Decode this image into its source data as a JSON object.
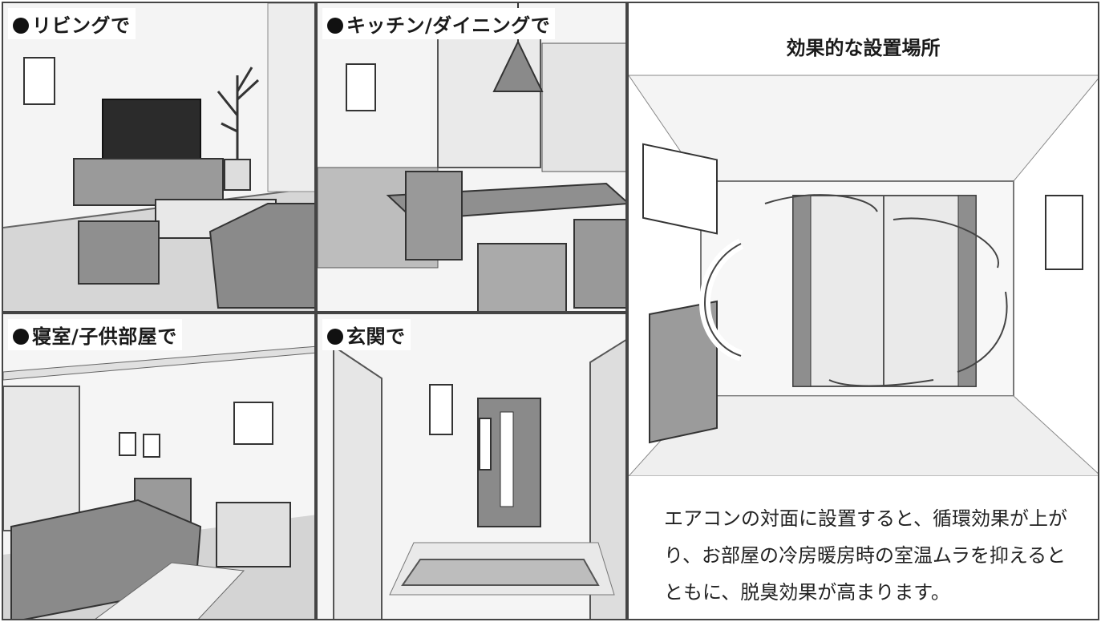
{
  "panels": {
    "living": {
      "label": "リビングで"
    },
    "kitchen": {
      "label": "キッチン/ダイニングで"
    },
    "bedroom": {
      "label": "寝室/子供部屋で"
    },
    "entrance": {
      "label": "玄関で"
    }
  },
  "diagram": {
    "heading": "効果的な設置場所",
    "description": "エアコンの対面に設置すると、循環効果が上がり、お部屋の冷房暖房時の室温ムラを抑えるとともに、脱臭効果が高まります。"
  },
  "colors": {
    "outline": "#444444",
    "furniture": "#8a8a8a",
    "floor": "#c8c8c8",
    "wall": "#f2f2f2",
    "arrow_fill": "#ffffff"
  }
}
